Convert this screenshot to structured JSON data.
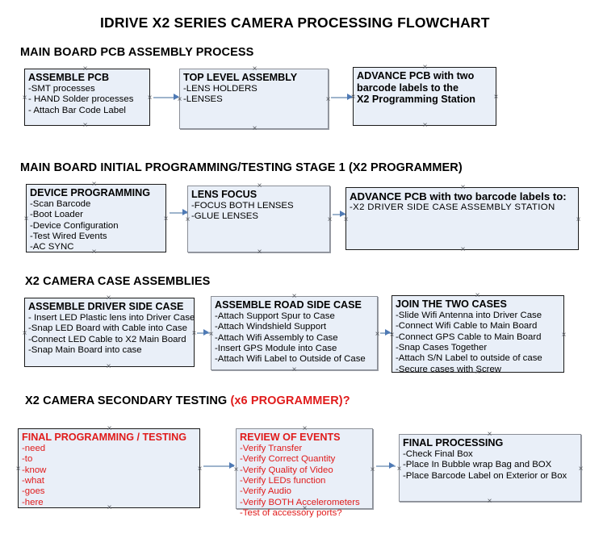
{
  "document": {
    "title": "IDRIVE X2  SERIES CAMERA PROCESSING FLOWCHART"
  },
  "colors": {
    "node_fill": "#e9eff8",
    "node_border": "#1a1a1a",
    "node_border_selected": "#8a8e96",
    "connector": "#9eb4cc",
    "arrow": "#4f7ab5",
    "accent_red": "#e01b1b",
    "text": "#000000"
  },
  "sections": [
    {
      "id": "main-board-pcb-assembly",
      "heading": "MAIN BOARD PCB ASSEMBLY PROCESS",
      "heading_accent": "",
      "nodes": [
        {
          "id": "assemble-pcb",
          "title": "ASSEMBLE PCB",
          "lines": [
            "-SMT processes",
            "- HAND Solder processes",
            "- Attach Bar Code Label"
          ]
        },
        {
          "id": "top-level-assembly",
          "title": "TOP LEVEL ASSEMBLY",
          "lines": [
            "-LENS HOLDERS",
            "-LENSES"
          ]
        },
        {
          "id": "advance-pcb-to-x2-programming-station",
          "title": "ADVANCE PCB with two",
          "lines": [
            "barcode labels to the",
            " X2 Programming Station"
          ]
        }
      ]
    },
    {
      "id": "main-board-initial-programming",
      "heading": "MAIN BOARD INITIAL PROGRAMMING/TESTING STAGE 1 (X2 PROGRAMMER)",
      "heading_accent": "",
      "nodes": [
        {
          "id": "device-programming",
          "title": "DEVICE PROGRAMMING",
          "lines": [
            "-Scan Barcode",
            "-Boot Loader",
            "-Device Configuration",
            "-Test Wired Events",
            "-AC SYNC"
          ]
        },
        {
          "id": "lens-focus",
          "title": "LENS FOCUS",
          "lines": [
            "-FOCUS BOTH LENSES",
            "-GLUE LENSES"
          ]
        },
        {
          "id": "advance-pcb-to-driver-side-case-station",
          "title": "ADVANCE PCB with two barcode labels to:",
          "lines": [
            "-X2 DRIVER  SIDE  CASE  ASSEMBLY STATION"
          ]
        }
      ]
    },
    {
      "id": "x2-camera-case-assemblies",
      "heading": "X2 CAMERA CASE ASSEMBLIES",
      "heading_accent": "",
      "nodes": [
        {
          "id": "assemble-driver-side-case",
          "title": "ASSEMBLE DRIVER SIDE CASE",
          "lines": [
            "- Insert LED Plastic lens into Driver Case",
            "-Snap LED Board with Cable into Case",
            "-Connect LED Cable to X2 Main Board",
            "-Snap Main Board into case"
          ]
        },
        {
          "id": "assemble-road-side-case",
          "title": "ASSEMBLE ROAD SIDE CASE",
          "lines": [
            "-Attach Support Spur to Case",
            "-Attach Windshield Support",
            "-Attach Wifi Assembly to Case",
            "-Insert GPS Module into Case",
            "-Attach Wifi Label to Outside of Case"
          ]
        },
        {
          "id": "join-the-two-cases",
          "title": "JOIN THE TWO CASES",
          "lines": [
            "-Slide Wifi Antenna into Driver Case",
            "-Connect Wifi Cable to Main Board",
            "-Connect GPS Cable to Main Board",
            "-Snap Cases Together",
            "-Attach S/N Label to outside of case",
            "-Secure cases with Screw"
          ]
        }
      ]
    },
    {
      "id": "x2-camera-secondary-testing",
      "heading": "X2 CAMERA SECONDARY TESTING ",
      "heading_accent": "(x6 PROGRAMMER)?",
      "nodes": [
        {
          "id": "final-programming-testing",
          "title": "FINAL PROGRAMMING / TESTING",
          "lines": [
            "-need",
            "-to",
            "-know",
            "-what",
            "-goes",
            "-here"
          ]
        },
        {
          "id": "review-of-events",
          "title": "REVIEW OF EVENTS",
          "lines": [
            "-Verify Transfer",
            "-Verify Correct Quantity",
            "-Verify Quality of Video",
            "-Verify LEDs function",
            "-Verify Audio",
            "-Verify BOTH Accelerometers",
            "-Test of accessory ports?"
          ]
        },
        {
          "id": "final-processing",
          "title": "FINAL PROCESSING",
          "lines": [
            " -Check Final Box",
            "-Place In Bubble wrap Bag and BOX",
            "-Place Barcode Label on Exterior or Box"
          ]
        }
      ]
    }
  ]
}
